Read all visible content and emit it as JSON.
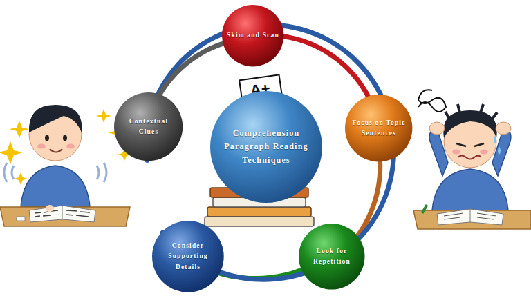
{
  "diagram": {
    "nodes": [
      {
        "text": [
          "Skim and Scan"
        ]
      },
      {
        "text": [
          "Contextual Clues"
        ]
      },
      {
        "text": [
          "Focus on Topic Sentences"
        ]
      },
      {
        "text": [
          "Comprehension Paragraph Reading Techniques"
        ]
      },
      {
        "text": [
          "Consider Supporting Details"
        ]
      },
      {
        "text": [
          "Look for Repetition"
        ]
      }
    ],
    "edges": [
      {
        "from": 0,
        "to": 2,
        "arrow": "none"
      },
      {
        "from": 2,
        "to": 5,
        "arrow": "none"
      },
      {
        "from": 5,
        "to": 4,
        "arrow": "none"
      },
      {
        "from": 4,
        "to": 1,
        "arrow": "none"
      },
      {
        "from": 1,
        "to": 0,
        "arrow": "none"
      }
    ],
    "labels": [
      "A+"
    ]
  }
}
